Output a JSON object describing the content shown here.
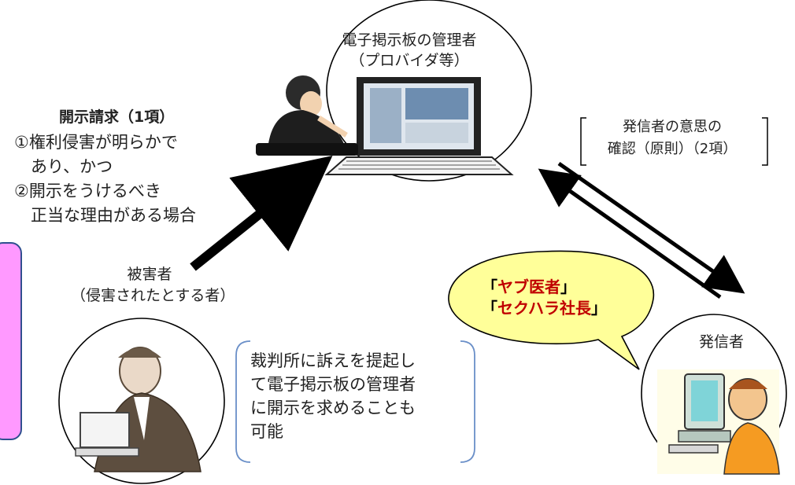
{
  "admin": {
    "title_line1": "電子掲示板の管理者",
    "title_line2": "（プロバイダ等）"
  },
  "request": {
    "heading": "開示請求（1項）",
    "condition1_line1": "①権利侵害が明らかで",
    "condition1_line2": "　あり、かつ",
    "condition2_line1": "②開示をうけるべき",
    "condition2_line2": "　正当な理由がある場合"
  },
  "victim": {
    "label_line1": "被害者",
    "label_line2": "（侵害されたとする者）"
  },
  "confirm": {
    "line1": "発信者の意思の",
    "line2": "確認（原則）（2項）"
  },
  "court": {
    "line1": "裁判所に訴えを提起し",
    "line2": "て電子掲示板の管理者",
    "line3": "に開示を求めることも",
    "line4": "可能"
  },
  "sender": {
    "label": "発信者"
  },
  "speech": {
    "open1": "「",
    "word1": "ヤブ医者",
    "close1": "」",
    "open2": "「",
    "word2": "セクハラ社長",
    "close2": "」"
  },
  "colors": {
    "speech_fill": "#ffff99",
    "speech_text": "#c00000",
    "pink_box": "#ff99ff",
    "bracket": "#6a8fc8"
  }
}
